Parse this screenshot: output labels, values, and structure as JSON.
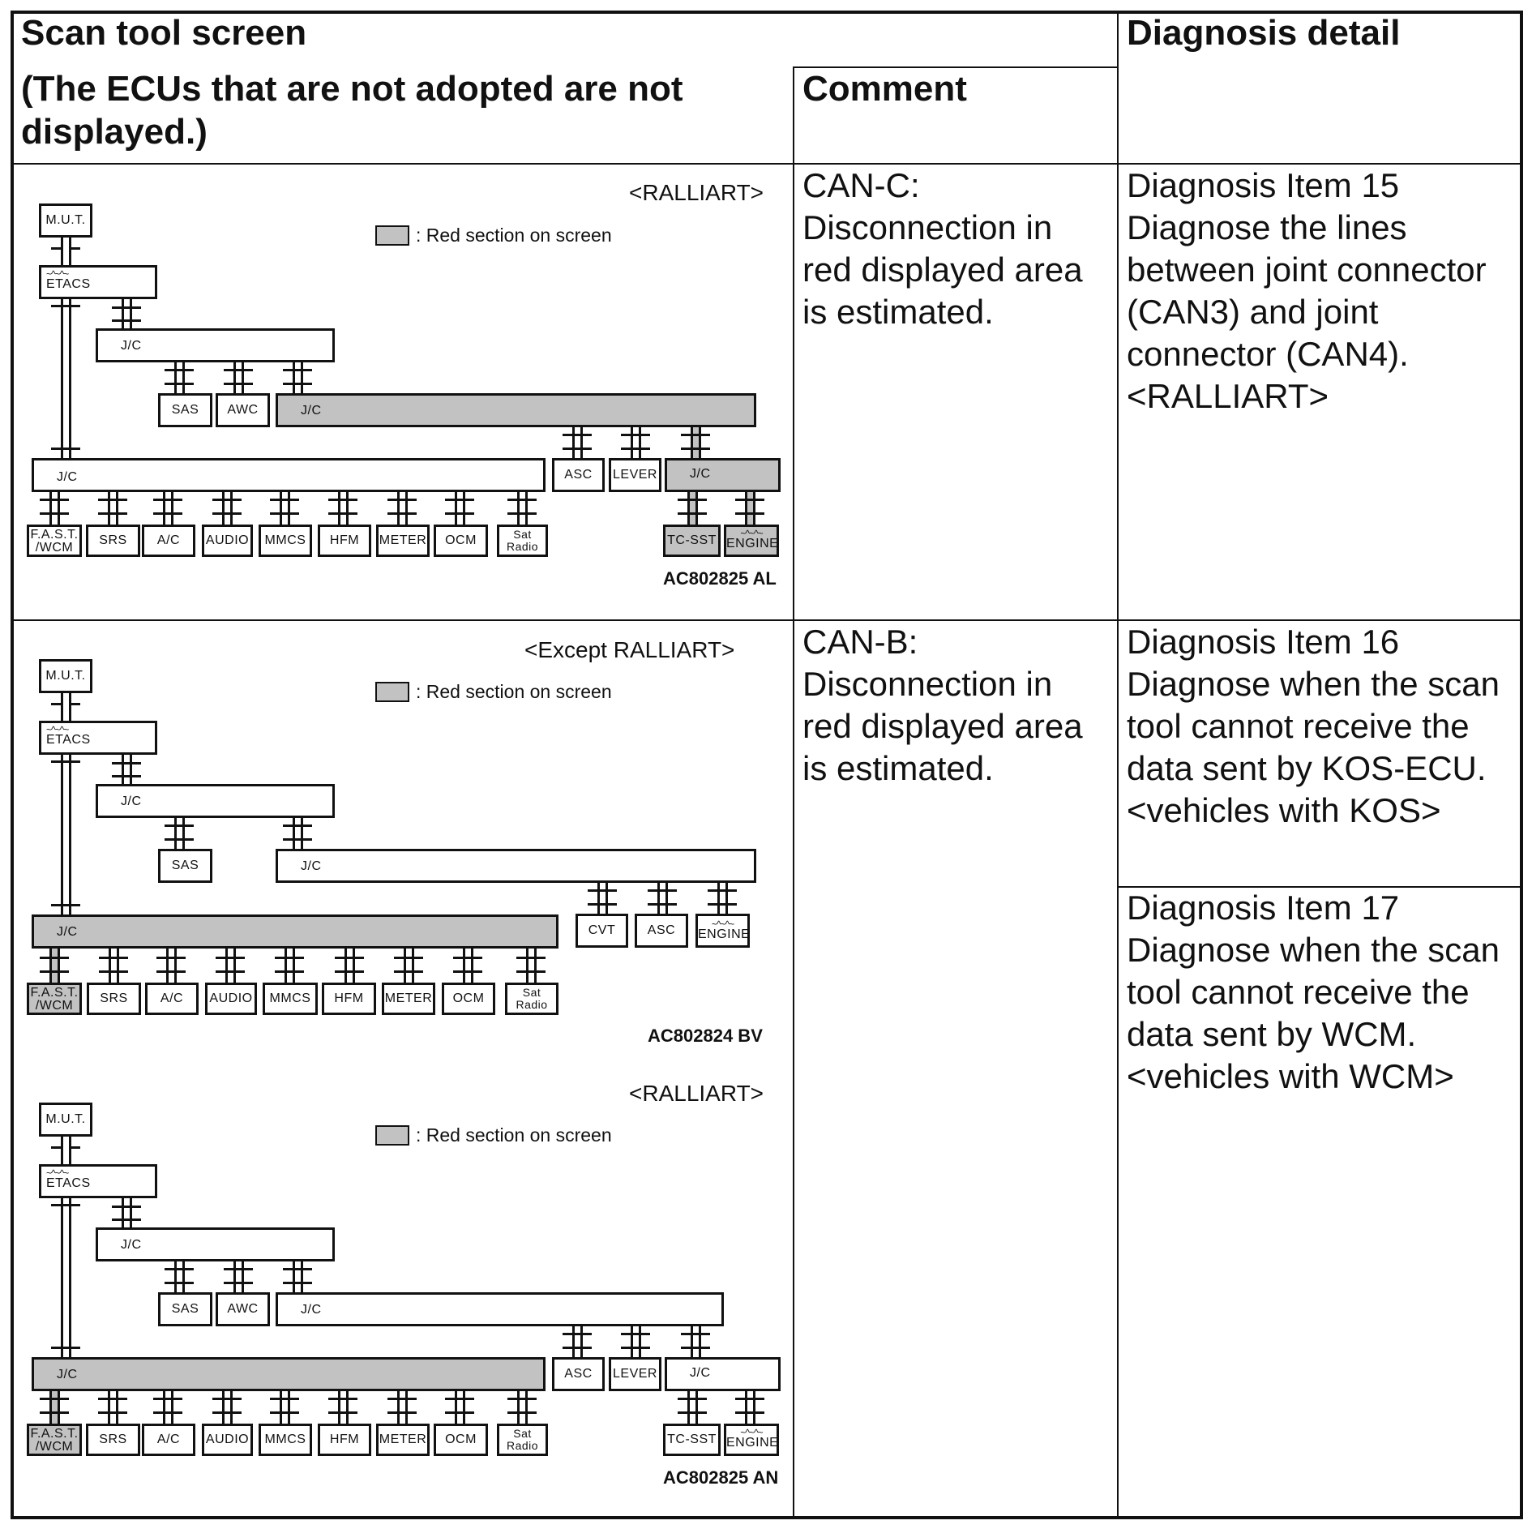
{
  "header": {
    "col1_title": "Scan tool screen",
    "col1_sub": "(The ECUs that are not adopted are not displayed.)",
    "col2_title": "Comment",
    "col3_title": "Diagnosis detail"
  },
  "rows": [
    {
      "comment": "CAN-C: Disconnection in red displayed area is estimated.",
      "details": [
        "Diagnosis Item 15 Diagnose the lines between joint connector (CAN3) and joint connector (CAN4). <RALLIART>"
      ]
    },
    {
      "comment": "CAN-B: Disconnection in red displayed area is estimated.",
      "details": [
        "Diagnosis Item 16 Diagnose when the scan tool cannot receive the data sent by KOS-ECU. <vehicles with KOS>",
        "Diagnosis Item 17 Diagnose when the scan tool cannot receive the data sent by WCM. <vehicles with WCM>"
      ]
    }
  ],
  "diagrams": [
    {
      "variant": "<RALLIART>",
      "legend": ": Red section on screen",
      "code": "AC802825 AL",
      "labels": {
        "mut": "M.U.T.",
        "etacs": "ETACS",
        "jc": "J/C",
        "sas": "SAS",
        "awc": "AWC",
        "asc": "ASC",
        "lever": "LEVER",
        "fast": "F.A.S.T.",
        "wcm": "/WCM",
        "srs": "SRS",
        "ac": "A/C",
        "audio": "AUDIO",
        "mmcs": "MMCS",
        "hfm": "HFM",
        "meter": "METER",
        "ocm": "OCM",
        "sat": "Sat",
        "radio": "Radio",
        "tcsst": "TC-SST",
        "engine": "ENGINE"
      },
      "highlighted": [
        "J/C (CAN3)",
        "J/C (CAN4)",
        "TC-SST",
        "ENGINE"
      ]
    },
    {
      "variant": "<Except RALLIART>",
      "legend": ": Red section on screen",
      "code": "AC802824 BV",
      "labels": {
        "mut": "M.U.T.",
        "etacs": "ETACS",
        "jc": "J/C",
        "sas": "SAS",
        "cvt": "CVT",
        "asc": "ASC",
        "fast": "F.A.S.T.",
        "wcm": "/WCM",
        "srs": "SRS",
        "ac": "A/C",
        "audio": "AUDIO",
        "mmcs": "MMCS",
        "hfm": "HFM",
        "meter": "METER",
        "ocm": "OCM",
        "sat": "Sat",
        "radio": "Radio",
        "engine": "ENGINE"
      },
      "highlighted": [
        "J/C (CAN-B)",
        "F.A.S.T./WCM"
      ]
    },
    {
      "variant": "<RALLIART>",
      "legend": ": Red section on screen",
      "code": "AC802825 AN",
      "labels": {
        "mut": "M.U.T.",
        "etacs": "ETACS",
        "jc": "J/C",
        "sas": "SAS",
        "awc": "AWC",
        "asc": "ASC",
        "lever": "LEVER",
        "fast": "F.A.S.T.",
        "wcm": "/WCM",
        "srs": "SRS",
        "ac": "A/C",
        "audio": "AUDIO",
        "mmcs": "MMCS",
        "hfm": "HFM",
        "meter": "METER",
        "ocm": "OCM",
        "sat": "Sat",
        "radio": "Radio",
        "tcsst": "TC-SST",
        "engine": "ENGINE"
      },
      "highlighted": [
        "J/C (CAN-B)",
        "F.A.S.T./WCM"
      ]
    }
  ]
}
